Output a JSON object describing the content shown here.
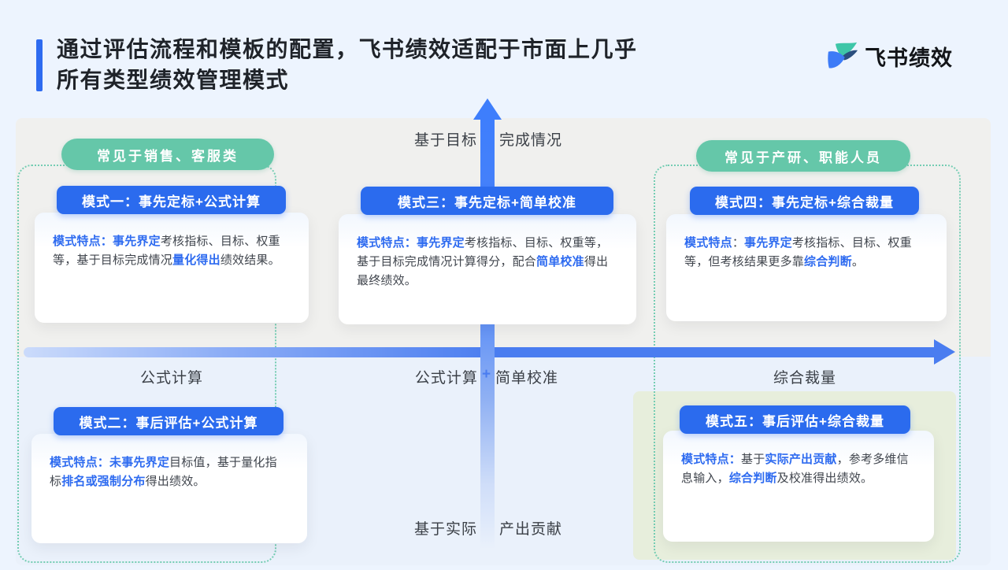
{
  "header": {
    "title_line1": "通过评估流程和模板的配置，飞书绩效适配于市面上几乎",
    "title_line2": "所有类型绩效管理模式",
    "logo_text": "飞书绩效"
  },
  "colors": {
    "accent_blue": "#2B6BEE",
    "arrow_blue": "#4A7DF0",
    "pill_green": "#65C7A9",
    "dashed_outline": "#74CDB3",
    "quadrant_green_bg": "#E7EEDC",
    "lower_band_bg": "#EAF1FB",
    "canvas_gray": "#F0F0EE",
    "page_bg": "#EDF4FE"
  },
  "pills": {
    "left": "常见于销售、客服类",
    "right": "常见于产研、职能人员"
  },
  "axis": {
    "top_left": "基于目标",
    "top_right": "完成情况",
    "bottom_left": "基于实际",
    "bottom_right": "产出贡献",
    "x_left": "公式计算",
    "x_mid_a": "公式计算",
    "x_mid_plus": "+",
    "x_mid_b": "简单校准",
    "x_right": "综合裁量"
  },
  "cards": [
    {
      "header": "模式一：事先定标+公式计算",
      "segments": [
        {
          "c": "b",
          "t": "模式特点："
        },
        {
          "c": "b",
          "t": "事先界定"
        },
        {
          "c": "d",
          "t": "考核指标、目标、权重等，基于目标完成情况"
        },
        {
          "c": "b",
          "t": "量化得出"
        },
        {
          "c": "d",
          "t": "绩效结果。"
        }
      ]
    },
    {
      "header": "模式二：事后评估+公式计算",
      "segments": [
        {
          "c": "b",
          "t": "模式特点："
        },
        {
          "c": "b",
          "t": "未事先界定"
        },
        {
          "c": "d",
          "t": "目标值，基于量化指标"
        },
        {
          "c": "b",
          "t": "排名或强制分布"
        },
        {
          "c": "d",
          "t": "得出绩效。"
        }
      ]
    },
    {
      "header": "模式三：事先定标+简单校准",
      "segments": [
        {
          "c": "b",
          "t": "模式特点："
        },
        {
          "c": "b",
          "t": "事先界定"
        },
        {
          "c": "d",
          "t": "考核指标、目标、权重等，基于目标完成情况计算得分，配合"
        },
        {
          "c": "b",
          "t": "简单校准"
        },
        {
          "c": "d",
          "t": "得出最终绩效。"
        }
      ]
    },
    {
      "header": "模式四：事先定标+综合裁量",
      "segments": [
        {
          "c": "b",
          "t": "模式特点"
        },
        {
          "c": "d",
          "t": "："
        },
        {
          "c": "b",
          "t": "事先界定"
        },
        {
          "c": "d",
          "t": "考核指标、目标、权重等，但考核结果更多靠"
        },
        {
          "c": "b",
          "t": "综合判断"
        },
        {
          "c": "d",
          "t": "。"
        }
      ]
    },
    {
      "header": "模式五：事后评估+综合裁量",
      "segments": [
        {
          "c": "b",
          "t": "模式特点："
        },
        {
          "c": "d",
          "t": "基于"
        },
        {
          "c": "b",
          "t": "实际产出贡献"
        },
        {
          "c": "d",
          "t": "，参考多维信息输入，"
        },
        {
          "c": "b",
          "t": "综合判断"
        },
        {
          "c": "d",
          "t": "及校准得出绩效。"
        }
      ]
    }
  ]
}
